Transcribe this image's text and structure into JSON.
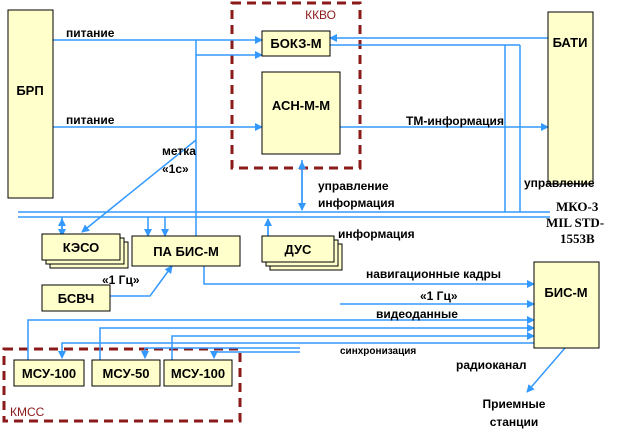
{
  "groups": {
    "kkvo": "ККВО",
    "kmss": "КМСС"
  },
  "blocks": {
    "brp": "БРП",
    "bati": "БАТИ",
    "bokz": "БОКЗ-М",
    "asn": "АСН-М-М",
    "keso": "КЭСО",
    "pa_bis": "ПА БИС-М",
    "dus": "ДУС",
    "bsvch": "БСВЧ",
    "bis_m": "БИС-М",
    "msu100a": "МСУ-100",
    "msu50": "МСУ-50",
    "msu100b": "МСУ-100"
  },
  "labels": {
    "pitanie_top": "питание",
    "pitanie_mid": "питание",
    "tm_info": "ТМ-информация",
    "metka_1": "метка",
    "metka_2": "«1с»",
    "upr_info_1": "управление",
    "upr_info_2": "информация",
    "upravlenie": "управление",
    "mko_1": "МКО-3",
    "mko_2": "MIL STD-",
    "mko_3": "1553B",
    "informacia": "информация",
    "hz1": "«1 Гц»",
    "nav": "навигационные кадры",
    "hz1_bis": "«1 Гц»",
    "video": "видеоданные",
    "sync": "синхронизация",
    "radio": "радиоканал",
    "stations_1": "Приемные",
    "stations_2": "станции"
  },
  "colors": {
    "line": "#3399ff",
    "box_fill": "#ffffcc",
    "group_border": "#8b1a1a"
  }
}
